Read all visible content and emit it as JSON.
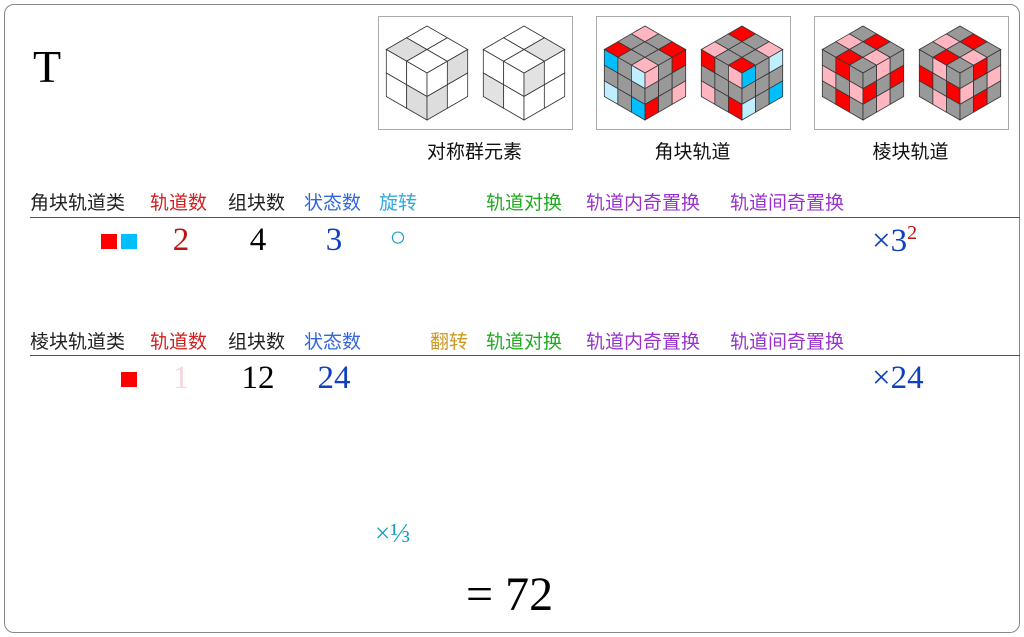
{
  "title": "T",
  "panels": [
    {
      "caption": "对称群元素"
    },
    {
      "caption": "角块轨道"
    },
    {
      "caption": "棱块轨道"
    }
  ],
  "corner": {
    "headers": {
      "class": "角块轨道类",
      "orbits": "轨道数",
      "pieces": "组块数",
      "states": "状态数",
      "twist": "旋转",
      "orbit_swap": "轨道对换",
      "odd_in": "轨道内奇置换",
      "odd_between": "轨道间奇置换"
    },
    "values": {
      "orbits": "2",
      "pieces": "4",
      "states": "3",
      "twist": "○",
      "factor": "×3",
      "exponent": "2"
    },
    "swatches": [
      "#ff0000",
      "#00bfff"
    ]
  },
  "edge": {
    "headers": {
      "class": "棱块轨道类",
      "orbits": "轨道数",
      "pieces": "组块数",
      "states": "状态数",
      "flip": "翻转",
      "orbit_swap": "轨道对换",
      "odd_in": "轨道内奇置换",
      "odd_between": "轨道间奇置换"
    },
    "values": {
      "orbits": "1",
      "pieces": "12",
      "states": "24",
      "factor": "×24"
    },
    "swatches": [
      "#ff0000"
    ]
  },
  "correction": "×⅓",
  "result": "= 72",
  "colors": {
    "red": "#d00000",
    "blue": "#1040c0",
    "cyan": "#1a9fc0",
    "green": "#22aa22",
    "purple": "#9933cc",
    "gold": "#cc9922"
  }
}
